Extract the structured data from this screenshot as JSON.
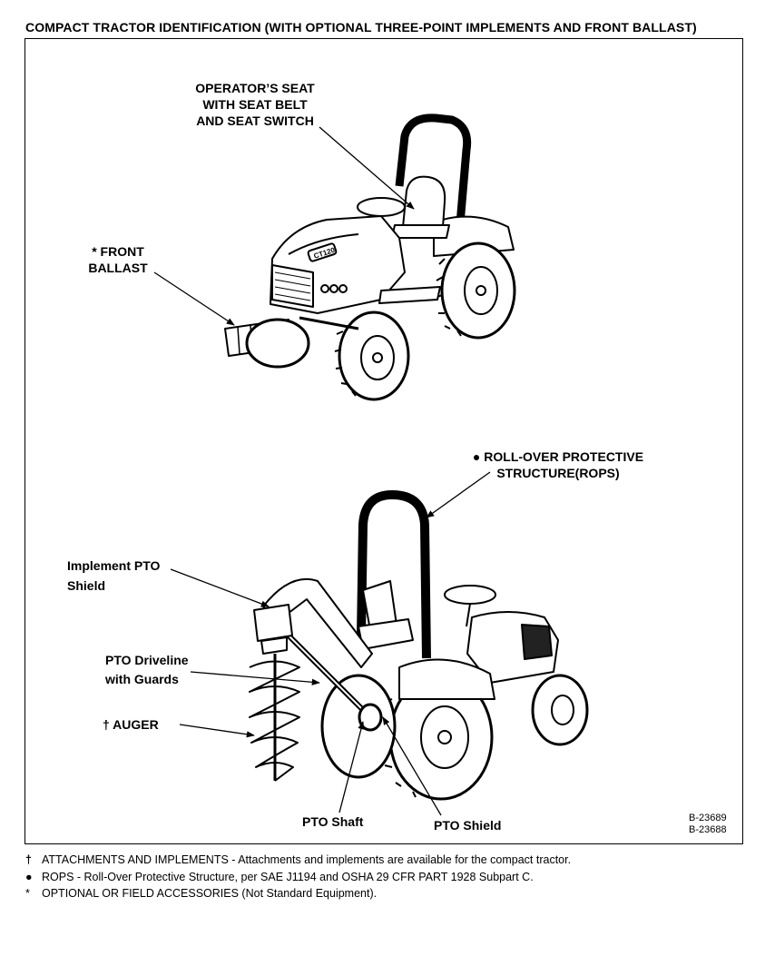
{
  "title": "COMPACT TRACTOR IDENTIFICATION (WITH OPTIONAL THREE-POINT IMPLEMENTS AND FRONT BALLAST)",
  "labels": {
    "operator_seat": [
      "OPERATOR’S SEAT",
      "WITH SEAT BELT",
      "AND SEAT SWITCH"
    ],
    "front_ballast": [
      "* FRONT",
      "BALLAST"
    ],
    "rops": [
      "● ROLL-OVER PROTECTIVE",
      "STRUCTURE(ROPS)"
    ],
    "implement_pto_shield": [
      "Implement PTO",
      "Shield"
    ],
    "pto_driveline": [
      "PTO Driveline",
      "with Guards"
    ],
    "auger": "† AUGER",
    "pto_shaft": "PTO Shaft",
    "pto_shield": "PTO Shield"
  },
  "tractor_badge": "CT120",
  "figure_refs": [
    "B-23689",
    "B-23688"
  ],
  "notes": [
    {
      "symbol": "†",
      "text": "ATTACHMENTS AND IMPLEMENTS - Attachments and implements are available for the compact tractor."
    },
    {
      "symbol": "●",
      "text": "ROPS - Roll-Over Protective Structure, per SAE J1194 and OSHA 29 CFR PART 1928 Subpart C."
    },
    {
      "symbol": "*",
      "text": "OPTIONAL OR FIELD ACCESSORIES (Not Standard Equipment)."
    }
  ]
}
